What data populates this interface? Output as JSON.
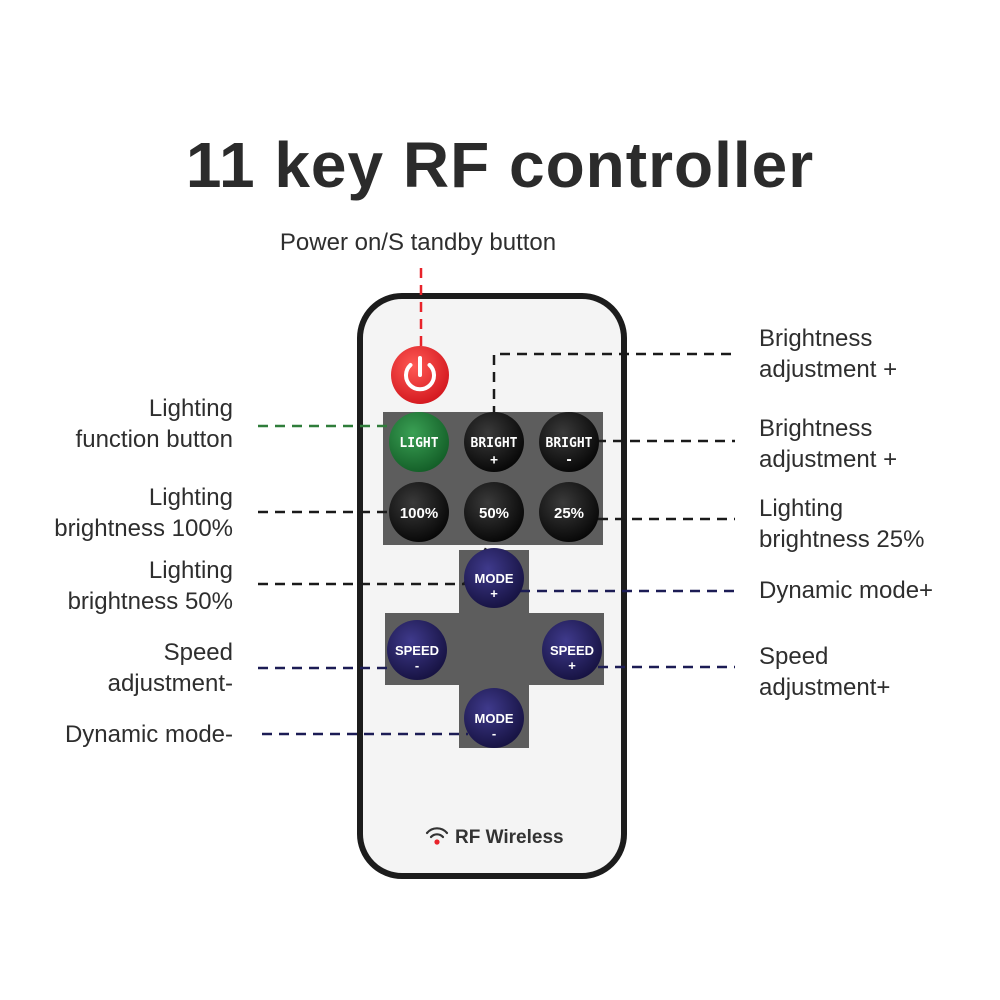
{
  "title": "11 key RF controller",
  "labels": {
    "power": "Power on/S tandby button",
    "lighting_function": [
      "Lighting",
      "function button"
    ],
    "brightness_100": [
      "Lighting",
      "brightness 100%"
    ],
    "brightness_50": [
      "Lighting",
      "brightness 50%"
    ],
    "speed_minus": [
      "Speed",
      "adjustment-"
    ],
    "dynamic_minus": "Dynamic mode-",
    "bright_plus_1": [
      "Brightness",
      "adjustment +"
    ],
    "bright_plus_2": [
      "Brightness",
      "adjustment +"
    ],
    "brightness_25": [
      "Lighting",
      "brightness 25%"
    ],
    "dynamic_plus": "Dynamic mode+",
    "speed_plus": [
      "Speed",
      "adjustment+"
    ]
  },
  "keys": {
    "light": "LIGHT",
    "bright_plus": [
      "BRIGHT",
      "+"
    ],
    "bright_minus": [
      "BRIGHT",
      "-"
    ],
    "pct_100": "100%",
    "pct_50": "50%",
    "pct_25": "25%",
    "mode_plus": [
      "MODE",
      "+"
    ],
    "mode_minus": [
      "MODE",
      "-"
    ],
    "speed_minus": [
      "SPEED",
      "-"
    ],
    "speed_plus": [
      "SPEED",
      "+"
    ]
  },
  "brand": "RF Wireless",
  "icons": {
    "power": "power-icon",
    "wireless": "wifi-icon"
  },
  "colors": {
    "power": "#e8232a",
    "light_key": "#1f7a3a",
    "black_key": "#111111",
    "navy_key": "#241f66",
    "panel": "#5d5d5d",
    "lead_red": "#e8232a",
    "lead_green": "#2f7d3a",
    "lead_black": "#1a1a1a",
    "lead_navy": "#1c1c55"
  }
}
